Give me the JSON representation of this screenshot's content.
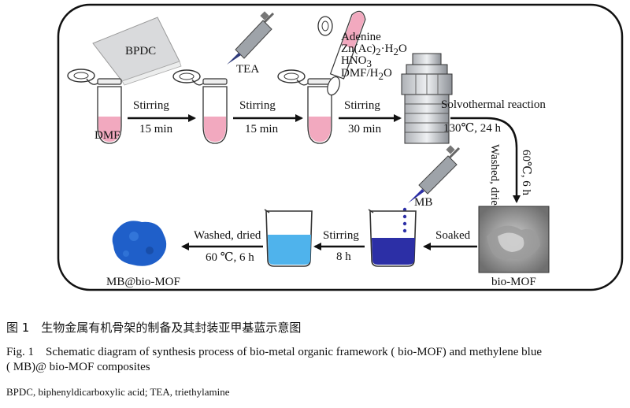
{
  "scheme": {
    "reagents": {
      "bpdc": "BPDC",
      "tea": "TEA",
      "dmf": "DMF",
      "mb": "MB",
      "adenine": "Adenine",
      "zn_salt": "Zn(Ac)",
      "zn_sub": "2",
      "zn_tail": "·H",
      "zn_sub2": "2",
      "zn_end": "O",
      "hno": "HNO",
      "hno_sub": "3",
      "dmfh": "DMF/H",
      "dmfh_sub": "2",
      "dmfh_end": "O"
    },
    "steps": {
      "s1_top": "Stirring",
      "s1_bot": "15 min",
      "s2_top": "Stirring",
      "s2_bot": "15 min",
      "s3_top": "Stirring",
      "s3_bot": "30 min",
      "solvo_top": "Solvothermal reaction",
      "solvo_bot": "130℃, 24 h",
      "wash1_a": "Washed, dried",
      "wash1_b": "60℃, 6 h",
      "soak": "Soaked",
      "stir4_top": "Stirring",
      "stir4_bot": "8 h",
      "wash2_top": "Washed, dried",
      "wash2_bot": "60 ℃, 6 h"
    },
    "products": {
      "bio_mof": "bio-MOF",
      "mb_bio_mof": "MB@bio-MOF"
    }
  },
  "caption": {
    "cn": "图 1　生物金属有机骨架的制备及其封装亚甲基蓝示意图",
    "en_line1": "Fig. 1　Schematic diagram of synthesis process of bio-metal organic framework ( bio-MOF) and methylene blue",
    "en_line2": "( MB)@ bio-MOF composites",
    "abbrev": "BPDC, biphenyldicarboxylic acid; TEA, triethylamine"
  },
  "colors": {
    "pink": "#f2a9bf",
    "light_blue": "#4fb3ec",
    "dark_blue": "#2c2fa6",
    "product_blue": "#1f5fc9",
    "frame": "#111111"
  }
}
